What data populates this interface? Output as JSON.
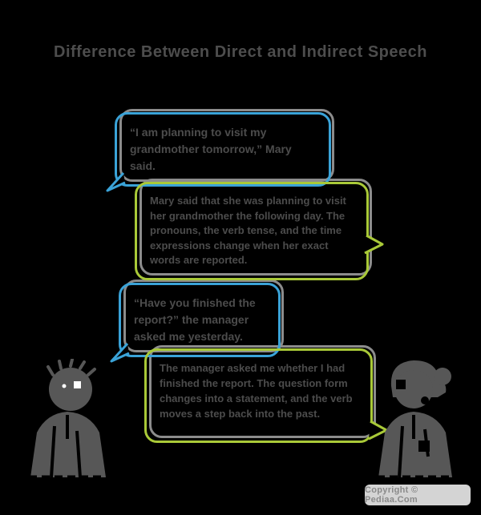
{
  "title": "Difference Between Direct and Indirect Speech",
  "bubbles": [
    {
      "speaker": "left",
      "style": "blue",
      "text": "“I am planning to visit my grandmother tomorrow,” Mary said."
    },
    {
      "speaker": "right",
      "style": "green",
      "text": "Mary said that she was planning to visit her grandmother the following day. The pronouns, the verb tense, and the time expressions change when her exact words are reported."
    },
    {
      "speaker": "left",
      "style": "blue",
      "text": "“Have you finished the report?” the manager asked me yesterday."
    },
    {
      "speaker": "right",
      "style": "green",
      "text": "The manager asked me whether I had finished the report. The question form changes into a statement, and the verb moves a step back into the past."
    }
  ],
  "watermark": "Copyright © Pediaa.Com",
  "icons": {
    "left_person": "man-icon",
    "right_person": "woman-icon"
  },
  "colors": {
    "background": "#000000",
    "title_text": "#4d4d4d",
    "bubble_text": "#4c4c4c",
    "blue_bubble_border": "#3aa3d8",
    "green_bubble_border": "#a9c938",
    "echo_outline": "#8c8c8c",
    "person_gray": "#575757",
    "watermark_chip": "#d4d4d4",
    "watermark_text": "#8a8a8a"
  }
}
